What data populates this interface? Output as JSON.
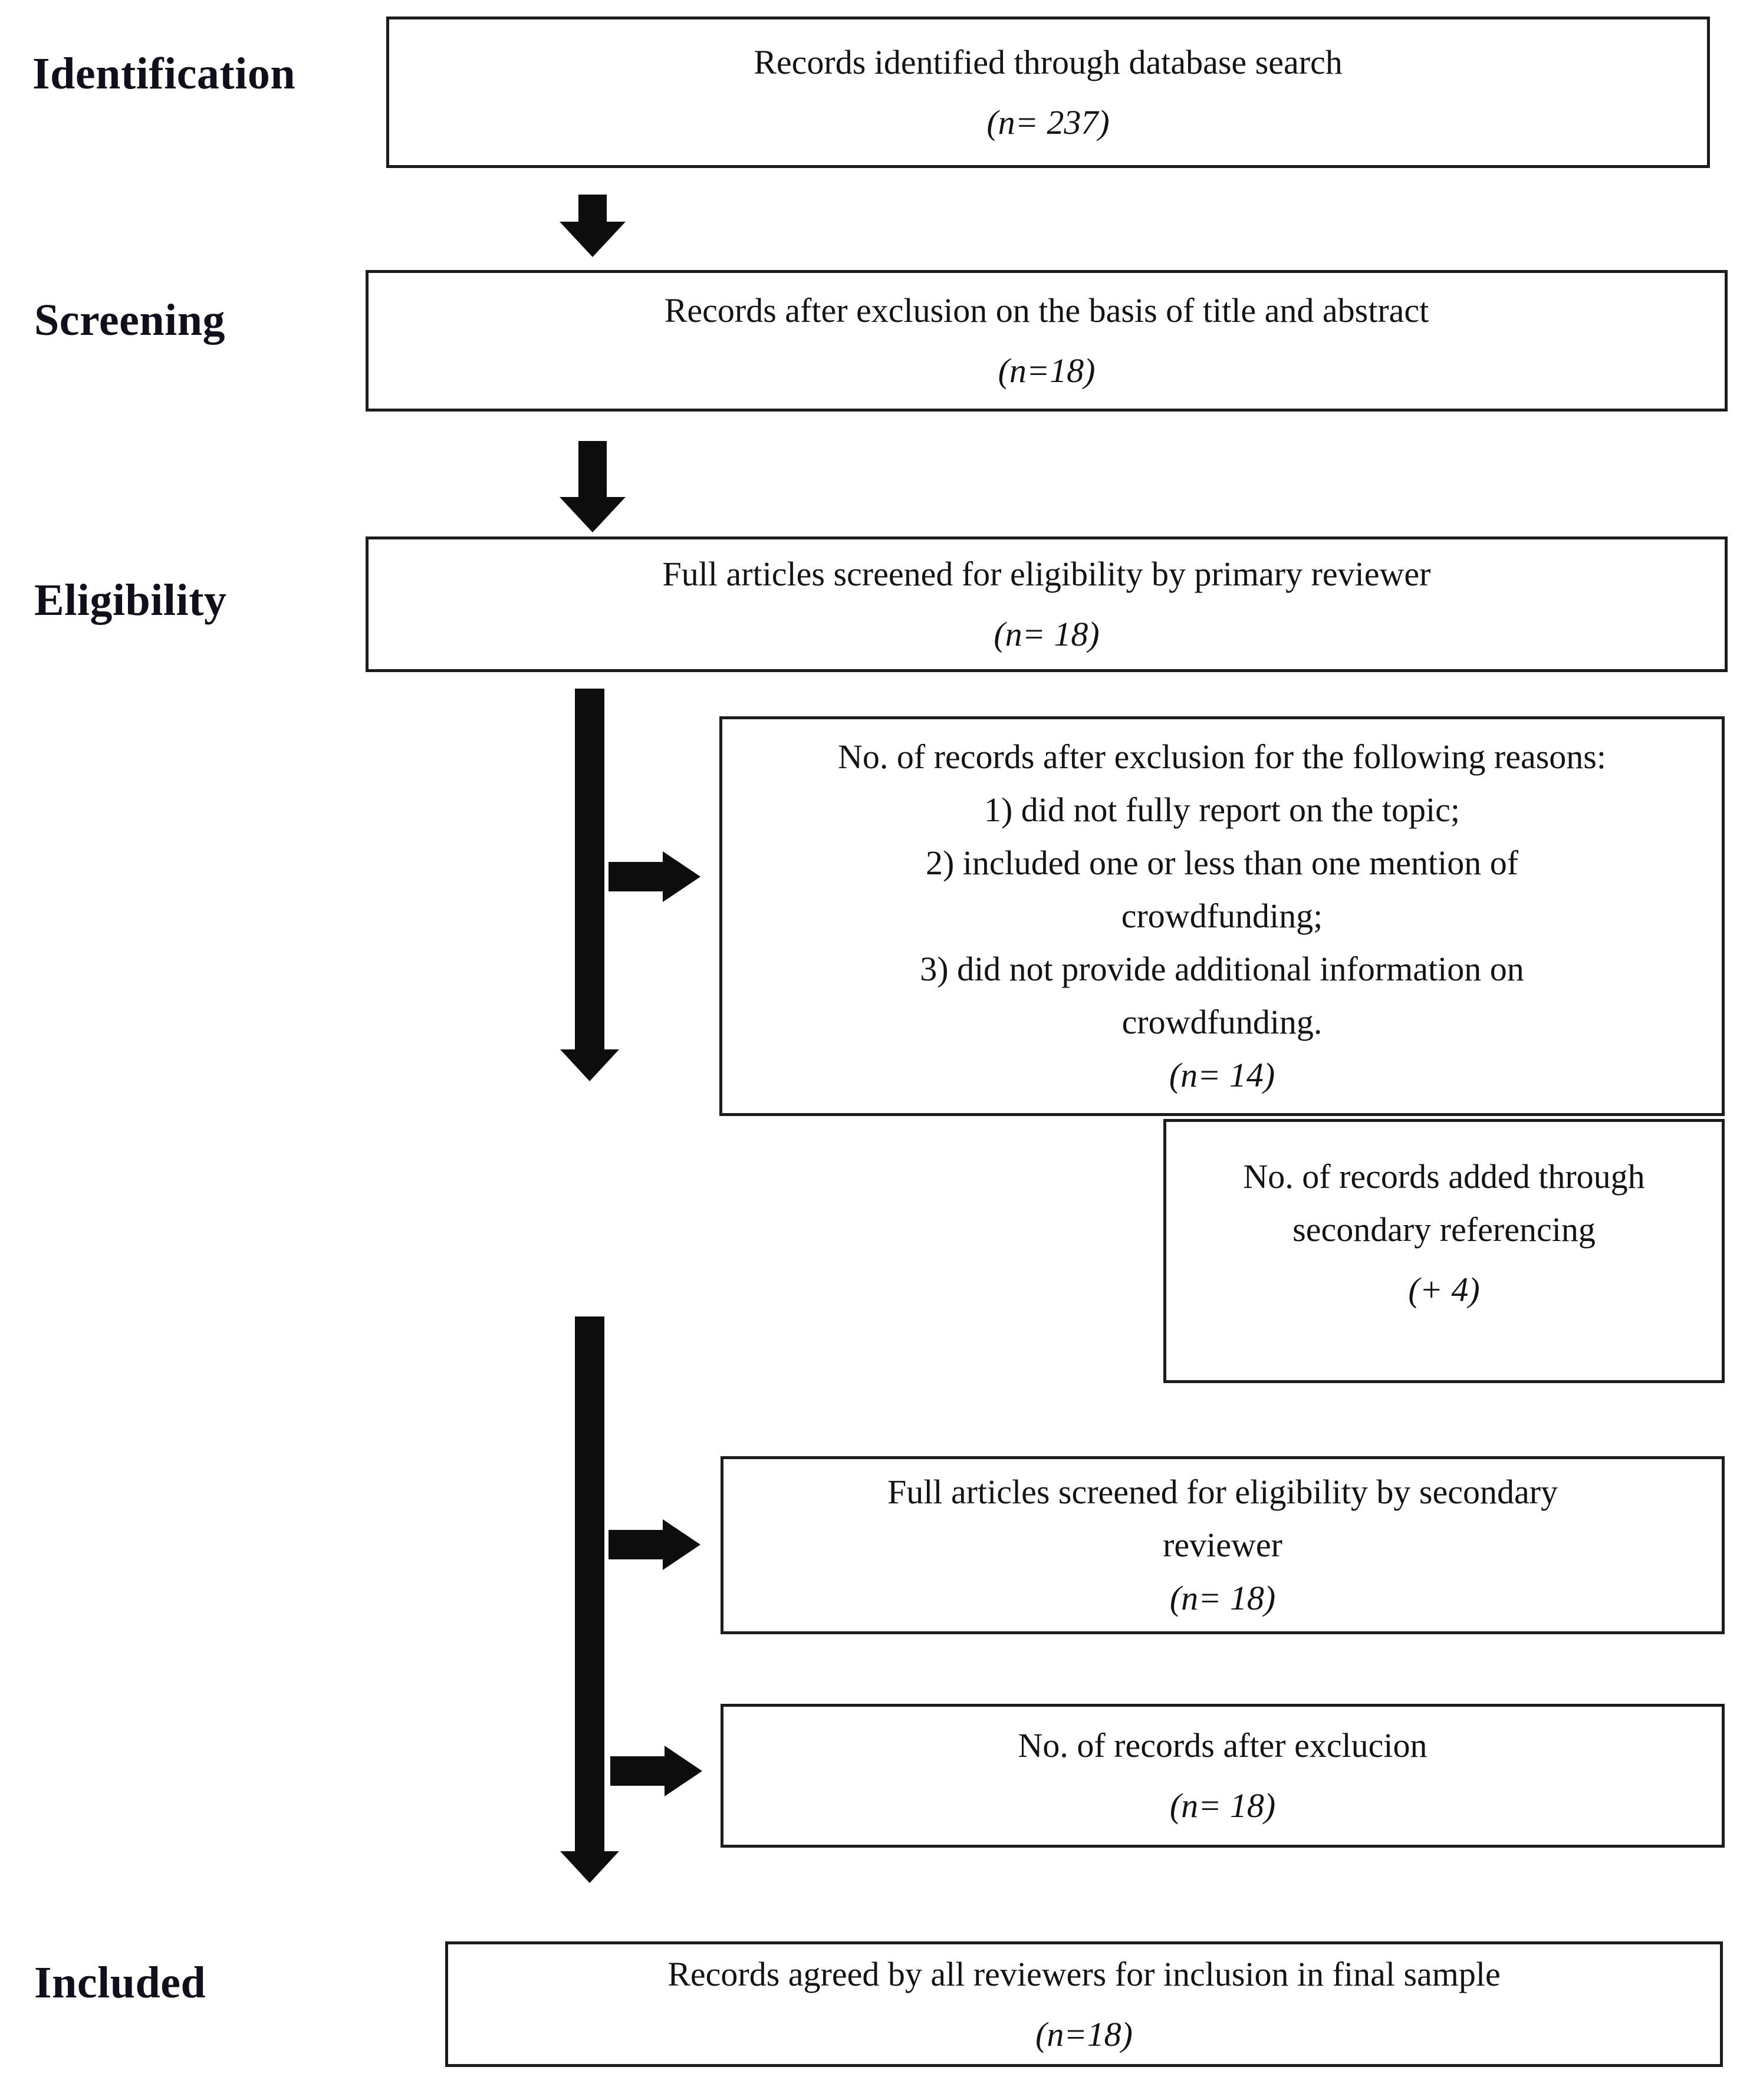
{
  "page": {
    "background": "#ffffff",
    "ink": "#131313",
    "arrow_color": "#0d0d0d",
    "border_color": "#1c1c1c"
  },
  "stages": [
    {
      "id": "identification",
      "label": "Identification"
    },
    {
      "id": "screening",
      "label": "Screening"
    },
    {
      "id": "eligibility",
      "label": "Eligibility"
    },
    {
      "id": "included",
      "label": "Included"
    }
  ],
  "boxes": [
    {
      "id": "records-identified",
      "lines": [
        "Records identified through database search"
      ],
      "count": "(n= 237)"
    },
    {
      "id": "records-after-title-abstract-exclusion",
      "lines": [
        "Records after exclusion on the basis of title and abstract"
      ],
      "count": "(n=18)"
    },
    {
      "id": "full-articles-primary-reviewer",
      "lines": [
        "Full articles screened for eligibility by primary reviewer"
      ],
      "count": "(n= 18)"
    },
    {
      "id": "records-excluded-reasons",
      "lines": [
        "No. of records after exclusion for the following reasons:",
        "1) did not fully report on the topic;",
        "2) included one or less than one mention of",
        "crowdfunding;",
        "3) did not provide additional information on",
        "crowdfunding."
      ],
      "count": "(n= 14)"
    },
    {
      "id": "records-added-secondary-referencing",
      "lines": [
        "No. of records added through",
        "secondary referencing"
      ],
      "count": "(+ 4)"
    },
    {
      "id": "full-articles-secondary-reviewer",
      "lines": [
        "Full articles screened for eligibility by secondary",
        "reviewer"
      ],
      "count": "(n= 18)"
    },
    {
      "id": "records-after-exclusion",
      "lines": [
        "No. of records after exclucion"
      ],
      "count": "(n= 18)"
    },
    {
      "id": "records-agreed-final-sample",
      "lines": [
        "Records agreed by all reviewers for inclusion in final sample"
      ],
      "count": "(n=18)"
    }
  ]
}
